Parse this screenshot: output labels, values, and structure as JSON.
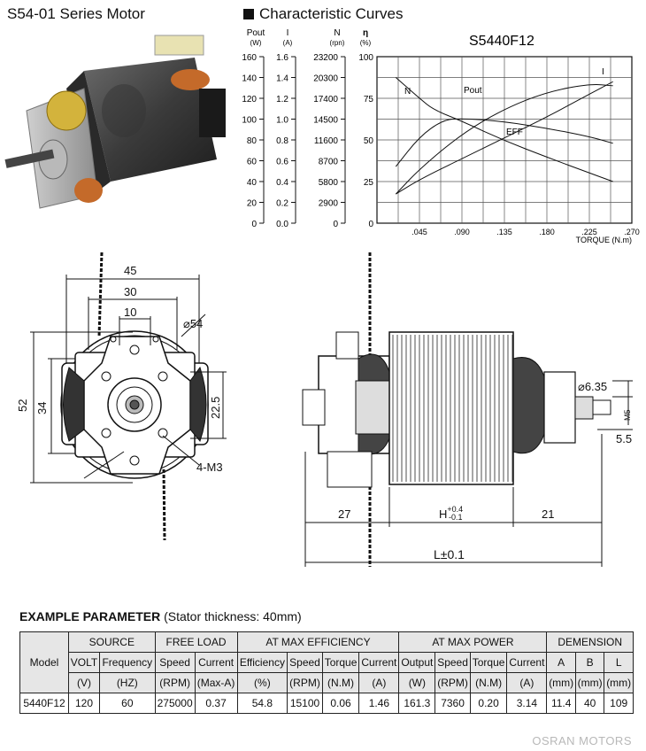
{
  "header": {
    "product_title": "S54-01 Series Motor",
    "curves_title": "Characteristic Curves"
  },
  "chart_data": {
    "type": "line",
    "title": "S5440F12",
    "xlabel": "TORQUE (N.m)",
    "xlim": [
      0,
      0.27
    ],
    "x_ticks": [
      ".045",
      ".090",
      ".135",
      ".180",
      ".225",
      ".270"
    ],
    "grid": true,
    "axes": [
      {
        "label": "Pout",
        "unit": "(W)",
        "ticks": [
          "160",
          "140",
          "120",
          "100",
          "80",
          "60",
          "40",
          "20",
          "0"
        ]
      },
      {
        "label": "I",
        "unit": "(A)",
        "ticks": [
          "1.6",
          "1.4",
          "1.2",
          "1.0",
          "0.8",
          "0.6",
          "0.4",
          "0.2",
          "0.0"
        ]
      },
      {
        "label": "N",
        "unit": "(rpn)",
        "ticks": [
          "23200",
          "20300",
          "17400",
          "14500",
          "11600",
          "8700",
          "5800",
          "2900",
          "0"
        ]
      },
      {
        "label": "η",
        "unit": "(%)",
        "ticks": [
          "100",
          "75",
          "50",
          "25",
          "0"
        ]
      }
    ],
    "series": [
      {
        "name": "N",
        "axis": "N (rpn)",
        "x": [
          0.02,
          0.045,
          0.06,
          0.09,
          0.135,
          0.18,
          0.225,
          0.25
        ],
        "y": [
          20300,
          17400,
          15800,
          14200,
          11500,
          9200,
          7000,
          5800
        ]
      },
      {
        "name": "Pout",
        "axis": "Pout (W)",
        "x": [
          0.02,
          0.045,
          0.09,
          0.135,
          0.18,
          0.225,
          0.25
        ],
        "y": [
          28,
          52,
          86,
          110,
          126,
          134,
          132
        ]
      },
      {
        "name": "EFF",
        "axis": "η (%)",
        "x": [
          0.02,
          0.045,
          0.07,
          0.09,
          0.135,
          0.18,
          0.225,
          0.25
        ],
        "y": [
          34,
          52,
          62,
          63,
          61,
          57,
          52,
          48
        ]
      },
      {
        "name": "I",
        "axis": "I (A)",
        "x": [
          0.02,
          0.045,
          0.09,
          0.135,
          0.18,
          0.225,
          0.25
        ],
        "y": [
          0.28,
          0.42,
          0.62,
          0.82,
          1.02,
          1.24,
          1.36
        ]
      }
    ]
  },
  "drawing": {
    "front": {
      "d45": "45",
      "d30": "30",
      "d10": "10",
      "d54": "⌀54",
      "d52": "52",
      "d34": "34",
      "d22": "22.5",
      "holes": "4-M3"
    },
    "side": {
      "shaft": "⌀6.35",
      "thread": "M5",
      "d55": "5.5",
      "d27": "27",
      "h": "H",
      "h_tol": "+0.4",
      "h_tol2": "-0.1",
      "d21": "21",
      "length": "L±0.1"
    }
  },
  "params": {
    "title": "EXAMPLE PARAMETER",
    "subtitle": "(Stator thickness: 40mm)",
    "model_header": "Model",
    "groups": [
      "SOURCE",
      "FREE LOAD",
      "AT MAX EFFICIENCY",
      "AT MAX POWER",
      "DEMENSION"
    ],
    "columns": [
      [
        "VOLT",
        "(V)"
      ],
      [
        "Frequency",
        "(HZ)"
      ],
      [
        "Speed",
        "(RPM)"
      ],
      [
        "Current",
        "(Max-A)"
      ],
      [
        "Efficiency",
        "(%)"
      ],
      [
        "Speed",
        "(RPM)"
      ],
      [
        "Torque",
        "(N.M)"
      ],
      [
        "Current",
        "(A)"
      ],
      [
        "Output",
        "(W)"
      ],
      [
        "Speed",
        "(RPM)"
      ],
      [
        "Torque",
        "(N.M)"
      ],
      [
        "Current",
        "(A)"
      ],
      [
        "A",
        "(mm)"
      ],
      [
        "B",
        "(mm)"
      ],
      [
        "L",
        "(mm)"
      ]
    ],
    "row": [
      "5440F12",
      "120",
      "60",
      "275000",
      "0.37",
      "54.8",
      "15100",
      "0.06",
      "1.46",
      "161.3",
      "7360",
      "0.20",
      "3.14",
      "11.4",
      "40",
      "109"
    ]
  },
  "footer": {
    "brand": "OSRAN MOTORS"
  },
  "icons": {
    "photo": "motor-photo-icon",
    "square": "square-bullet-icon"
  }
}
